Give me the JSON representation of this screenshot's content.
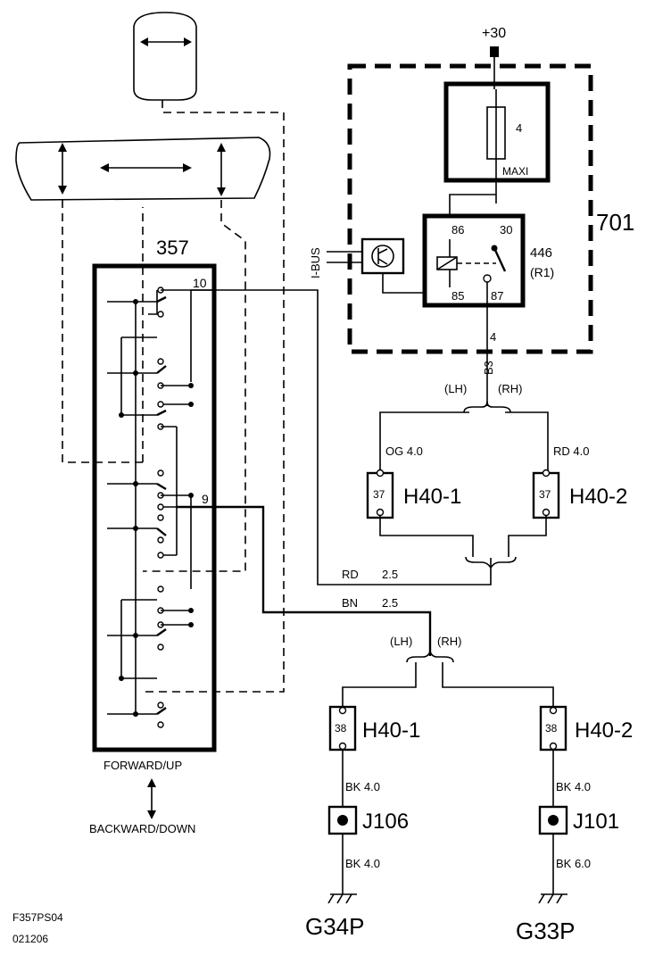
{
  "power": {
    "label": "+30"
  },
  "relay_module": {
    "id": "701",
    "fuse_number": "4",
    "fuse_type": "MAXI",
    "bus_label": "I-BUS",
    "relay_id": "446",
    "relay_ref": "(R1)",
    "pins": {
      "p86": "86",
      "p30": "30",
      "p85": "85",
      "p87": "87"
    },
    "output_size": "4",
    "output_code": "B3"
  },
  "switch": {
    "id": "357",
    "terminal_top": "10",
    "terminal_mid": "9",
    "forward_label": "FORWARD/UP",
    "backward_label": "BACKWARD/DOWN"
  },
  "upper_split": {
    "left": "(LH)",
    "right": "(RH)"
  },
  "connectors_upper": [
    {
      "wire": "OG 4.0",
      "pin": "37",
      "name": "H40-1"
    },
    {
      "wire": "RD 4.0",
      "pin": "37",
      "name": "H40-2"
    }
  ],
  "wires": {
    "rd": {
      "color": "RD",
      "size": "2.5"
    },
    "bn": {
      "color": "BN",
      "size": "2.5"
    }
  },
  "lower_split": {
    "left": "(LH)",
    "right": "(RH)"
  },
  "connectors_lower": [
    {
      "pin": "38",
      "name": "H40-1"
    },
    {
      "pin": "38",
      "name": "H40-2"
    }
  ],
  "grounds": [
    {
      "wire_top": "BK 4.0",
      "junction": "J106",
      "wire_bottom": "BK 4.0",
      "ground": "G34P"
    },
    {
      "wire_top": "BK 4.0",
      "junction": "J101",
      "wire_bottom": "BK 6.0",
      "ground": "G33P"
    }
  ],
  "footer": {
    "code": "F357PS04",
    "date": "021206"
  }
}
